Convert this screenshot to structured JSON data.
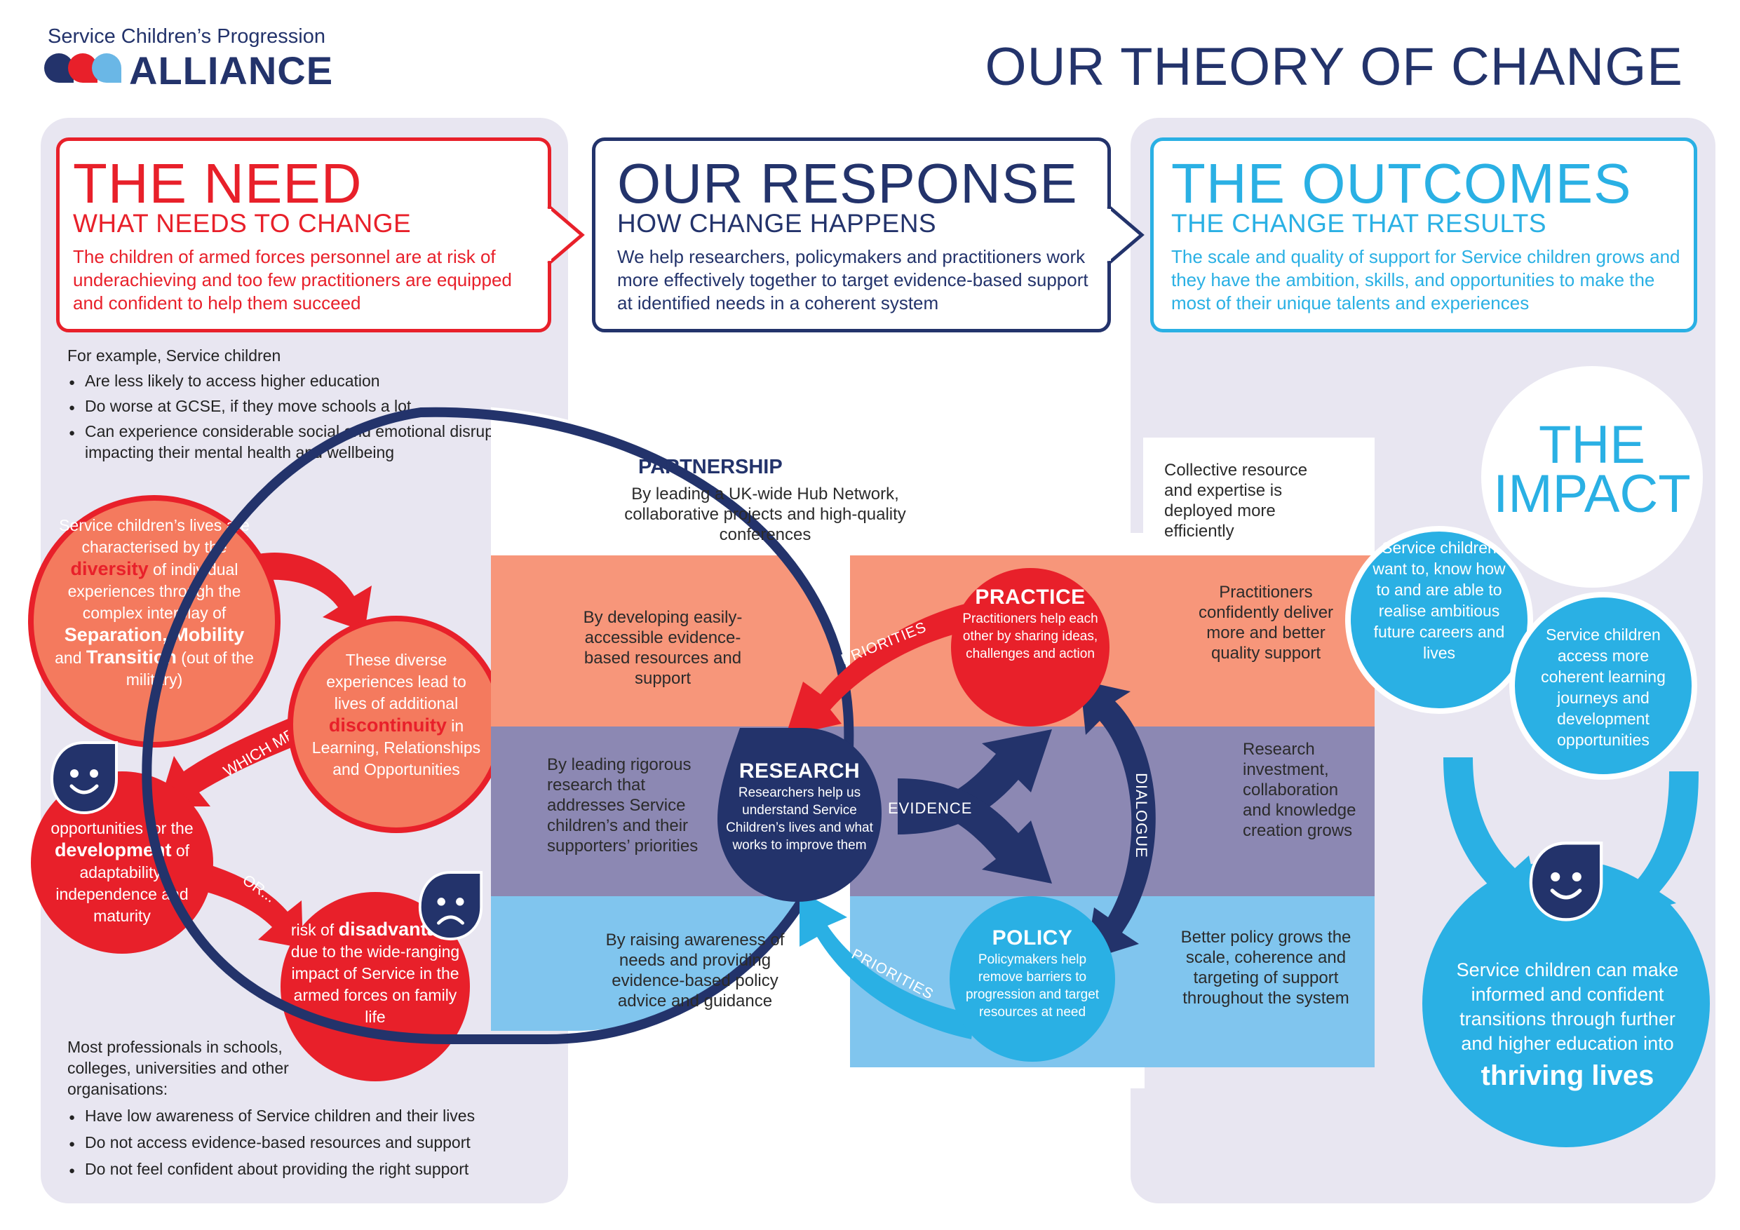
{
  "logo": {
    "line1": "Service Children’s Progression",
    "line2": "ALLIANCE",
    "colors": [
      "#23336b",
      "#e8202a",
      "#6ab7e6"
    ]
  },
  "page_title": "OUR THEORY OF CHANGE",
  "need": {
    "title": "THE NEED",
    "subtitle": "WHAT NEEDS TO CHANGE",
    "text": "The children of armed forces personnel are at risk of underachieving and too few practitioners are equipped and confident to help them succeed",
    "color": "#e8202a",
    "example_intro": "For example, Service children",
    "examples": [
      "Are less likely to access higher education",
      "Do worse at GCSE, if they move schools a lot",
      "Can experience considerable social and emotional disruption impacting their mental health and wellbeing"
    ],
    "circle1": {
      "pre": "Service children’s lives are characterised by the",
      "bold": "diversity",
      "mid": "of individual experiences through the complex interplay of",
      "bold2": "Separation, Mobility",
      "and": "and",
      "bold3": "Transition",
      "post": "(out of the military)"
    },
    "circle2": {
      "pre": "These diverse experiences lead to lives of additional",
      "bold": "discontinuity",
      "post": "in Learning, Relationships and Opportunities"
    },
    "arrow_label": "WHICH MEANS",
    "circle3": {
      "pre": "opportunities for the",
      "bold": "development",
      "post": "of adaptability, independence and maturity"
    },
    "or_label": "OR...",
    "circle4": {
      "pre": "risk of",
      "bold": "disadvantage",
      "post": "due to the wide-ranging impact of Service in the armed forces on family life"
    },
    "professionals_intro": "Most professionals in schools, colleges, universities and other organisations:",
    "professionals": [
      "Have low awareness of Service children and their lives",
      "Do not access evidence-based resources and support",
      "Do not feel confident about providing the right support"
    ]
  },
  "response": {
    "title": "OUR RESPONSE",
    "subtitle": "HOW CHANGE HAPPENS",
    "text": "We help researchers, policymakers and practitioners work more effectively together to target evidence-based support at identified needs in a coherent system",
    "color": "#23336b",
    "partnership_title": "PARTNERSHIP",
    "partnership_text": "By leading a UK-wide Hub Network, collaborative projects and high-quality conferences",
    "practice_band_text": "By developing easily-accessible evidence-based resources and support",
    "research_band_text": "By leading rigorous research that addresses Service children’s and their supporters’ priorities",
    "policy_band_text": "By raising awareness of needs and providing evidence-based policy advice and guidance",
    "practice": {
      "title": "PRACTICE",
      "text": "Practitioners help each other by sharing ideas, challenges and action"
    },
    "research": {
      "title": "RESEARCH",
      "text": "Researchers help us understand Service Children’s lives and what works to improve them"
    },
    "policy": {
      "title": "POLICY",
      "text": "Policymakers help remove barriers to progression and target resources at need"
    },
    "label_priorities": "PRIORITIES",
    "label_evidence": "EVIDENCE",
    "label_dialogue": "DIALOGUE"
  },
  "outcomes": {
    "title": "THE OUTCOMES",
    "subtitle": "THE CHANGE THAT RESULTS",
    "text": "The scale and quality of support for Service children grows and they have the ambition, skills, and opportunities to make the most of their unique talents and experiences",
    "color": "#2ab0e4",
    "partnership_result": "Collective resource and expertise is deployed more efficiently",
    "practice_result": "Practitioners confidently deliver more and better quality support",
    "research_result": "Research investment, collaboration and knowledge creation grows",
    "policy_result": "Better policy grows the scale, coherence and targeting of support throughout the system"
  },
  "impact": {
    "title_line1": "THE",
    "title_line2": "IMPACT",
    "circle1": "Service children want to, know how to and are able to realise ambitious future careers and lives",
    "circle2": "Service children access more coherent learning journeys and development opportunities",
    "final_pre": "Service children can make informed and confident transitions through further and higher education into",
    "final_bold": "thriving lives"
  }
}
